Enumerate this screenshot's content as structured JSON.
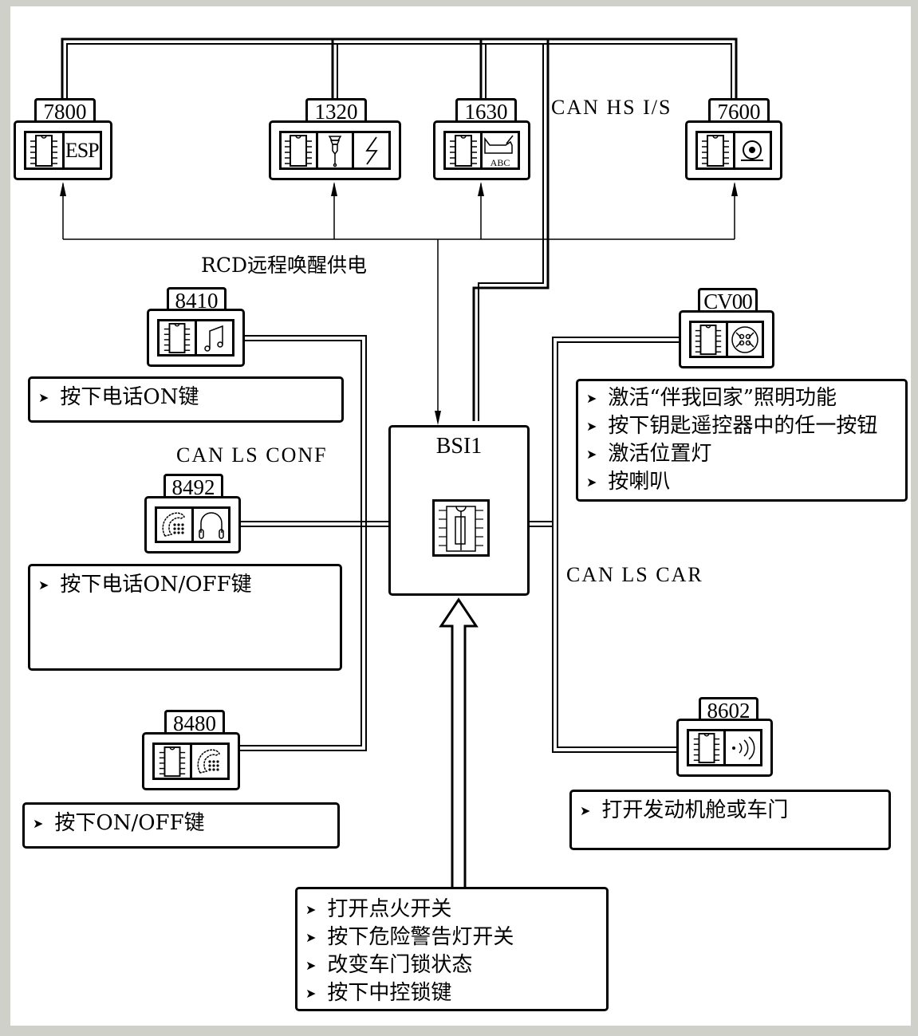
{
  "diagram": {
    "title": "CAN network wake-up diagram (BSI1)",
    "bus_labels": {
      "can_hs_is": "CAN  HS  I/S",
      "can_ls_conf": "CAN  LS  CONF",
      "can_ls_car": "CAN  LS  CAR",
      "rcd": "RCD远程唤醒供电"
    },
    "central_unit": {
      "code": "BSI1",
      "icon": "fuse-chip-icon"
    },
    "modules": [
      {
        "code": "7800",
        "icons": [
          "chip-icon",
          "esp-text"
        ],
        "esp_label": "ESP",
        "bus": "CAN HS I/S"
      },
      {
        "code": "1320",
        "icons": [
          "chip-icon",
          "injector-icon",
          "lightning-icon"
        ],
        "bus": "CAN HS I/S"
      },
      {
        "code": "1630",
        "icons": [
          "chip-icon",
          "gear-shift-abc-icon"
        ],
        "abc_label": "ABC",
        "bus": "CAN HS I/S"
      },
      {
        "code": "7600",
        "icons": [
          "chip-icon",
          "steering-angle-icon"
        ],
        "bus": "CAN HS I/S"
      },
      {
        "code": "8410",
        "icons": [
          "chip-icon",
          "music-note-icon"
        ],
        "bus": "CAN LS CONF"
      },
      {
        "code": "8492",
        "icons": [
          "telephone-icon",
          "headphones-icon"
        ],
        "bus": "CAN LS CONF"
      },
      {
        "code": "8480",
        "icons": [
          "chip-icon",
          "telephone-icon"
        ],
        "bus": "CAN LS CONF"
      },
      {
        "code": "CV00",
        "icons": [
          "chip-icon",
          "steering-wheel-controls-icon"
        ],
        "bus": "CAN LS CAR"
      },
      {
        "code": "8602",
        "icons": [
          "chip-icon",
          "wireless-signal-icon"
        ],
        "bus": "CAN LS CAR"
      }
    ],
    "notes": {
      "n8410": [
        "按下电话ON键"
      ],
      "n8492": [
        "按下电话ON/OFF键"
      ],
      "n8480": [
        "按下ON/OFF键"
      ],
      "ncv00": [
        "激活“伴我回家”照明功能",
        "按下钥匙遥控器中的任一按钮",
        "激活位置灯",
        "按喇叭"
      ],
      "n8602": [
        "打开发动机舱或车门"
      ],
      "nbsi": [
        "打开点火开关",
        "按下危险警告灯开关",
        "改变车门锁状态",
        "按下中控锁键"
      ]
    },
    "bullet": "➤"
  }
}
